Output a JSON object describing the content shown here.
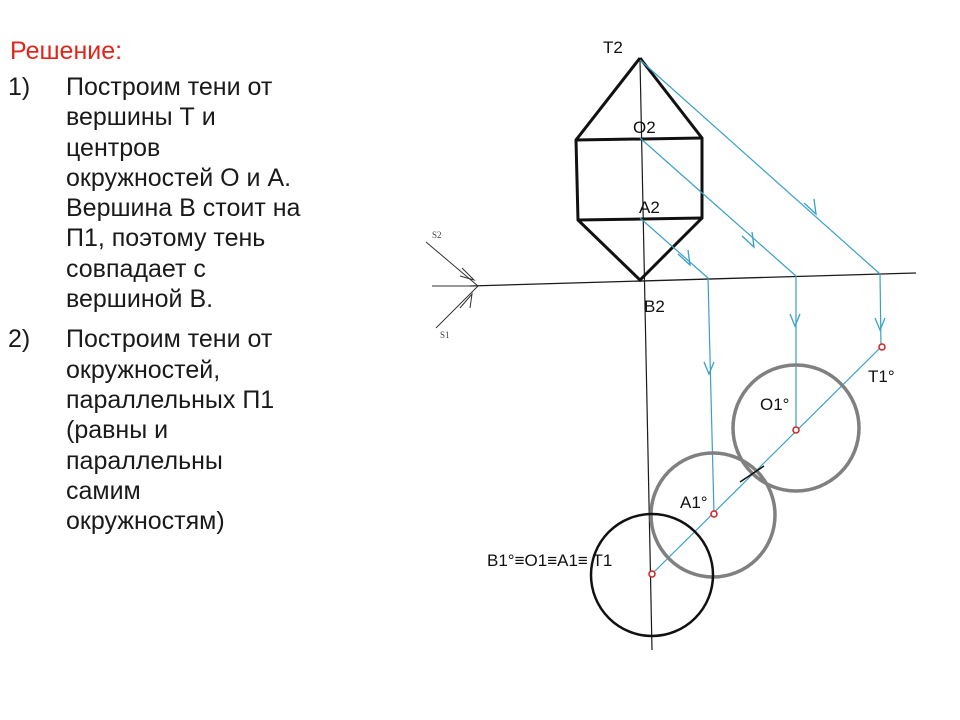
{
  "solution": {
    "heading": "Решение:",
    "steps": [
      {
        "number": "1)",
        "text": "Построим тени от\nвершины Т и\nцентров\nокружностей О и А.\nВершина В стоит на\nП1, поэтому тень\nсовпадает с\nвершиной В."
      },
      {
        "number": "2)",
        "text": "Построим тени от\nокружностей,\nпараллельных П1\n(равны и\nпараллельны\nсамим\nокружностям)"
      }
    ]
  },
  "diagram": {
    "labels": {
      "t2": "Т2",
      "o2": "О2",
      "a2": "А2",
      "b2": "В2",
      "t1": "Т1°",
      "o1": "О1°",
      "a1": "А1°",
      "coincident": "В1°≡О1≡А1≡ Т1",
      "s2": "S2",
      "s1": "S1"
    },
    "colors": {
      "heading": "#e0261b",
      "ray": "#3aa0c8",
      "point": "#d42020",
      "circle_gray": "#808080",
      "line": "#1a1a1a"
    }
  }
}
